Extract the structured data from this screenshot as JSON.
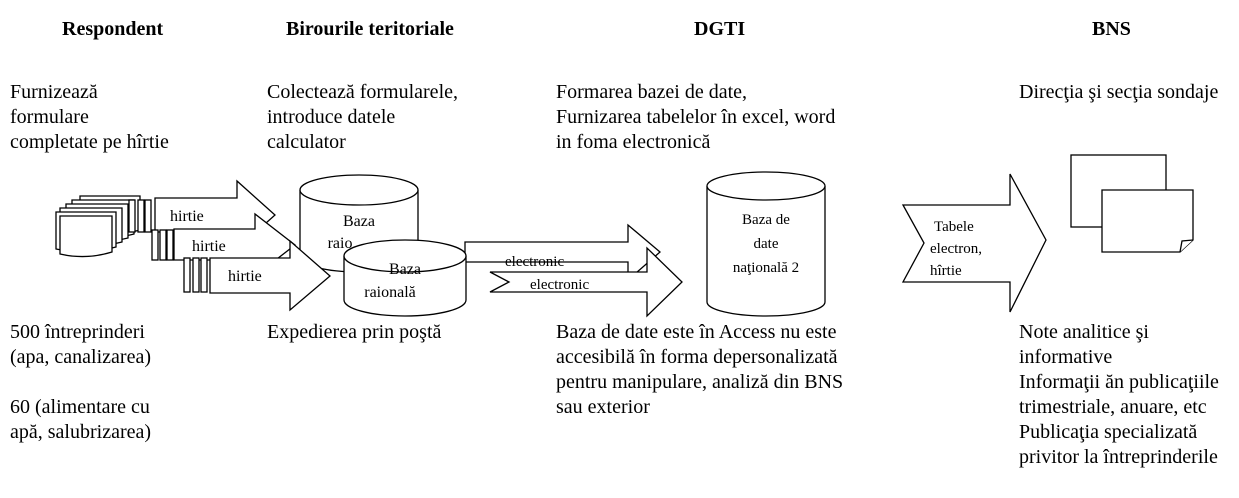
{
  "headers": {
    "respondent": "Respondent",
    "birouri": "Birourile teritoriale",
    "dgti": "DGTI",
    "bns": "BNS"
  },
  "top_text": {
    "respondent": [
      "Furnizează",
      "formulare",
      "completate pe hîrtie"
    ],
    "birouri": [
      "Colectează formularele,",
      "introduce datele",
      "calculator"
    ],
    "dgti": [
      "Formarea bazei de date,",
      "Furnizarea tabelelor în excel, word",
      "in foma electronică"
    ],
    "bns": [
      "Direcţia şi secţia sondaje"
    ]
  },
  "bottom_text": {
    "respondent": [
      "500 întreprinderi",
      "(apa, canalizarea)",
      "",
      "60 (alimentare cu",
      "apă, salubrizarea)"
    ],
    "birouri": [
      "Expedierea prin poştă"
    ],
    "dgti": [
      "Baza de date este în Access nu este",
      "accesibilă în forma depersonalizată",
      "pentru manipulare, analiză din BNS",
      "sau exterior"
    ],
    "bns": [
      "Note analitice şi",
      "informative",
      "Informaţii ăn publicaţiile",
      "trimestriale, anuare, etc",
      "Publicaţia specializată",
      "privitor la întreprinderile"
    ]
  },
  "diagram": {
    "arrow_hirtie_1": "hirtie",
    "arrow_hirtie_2": "hirtie",
    "arrow_hirtie_3": "hirtie",
    "arrow_electronic_1": "electronic",
    "arrow_electronic_2": "electronic",
    "db_raional_back": [
      "Baza",
      "raio"
    ],
    "db_raional_front": [
      "Baza",
      "raională"
    ],
    "db_national": [
      "Baza de",
      "date",
      "naţională 2"
    ],
    "arrow_tabele": [
      "Tabele",
      "electron,",
      "hîrtie"
    ]
  }
}
